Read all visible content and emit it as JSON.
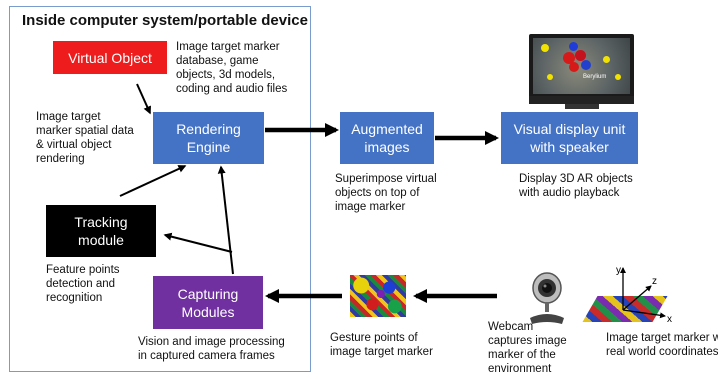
{
  "frame": {
    "title": "Inside computer system/portable device"
  },
  "boxes": {
    "virtual_object": "Virtual Object",
    "rendering_engine": [
      "Rendering",
      "Engine"
    ],
    "tracking_module": [
      "Tracking",
      "module"
    ],
    "capturing_modules": [
      "Capturing",
      "Modules"
    ],
    "augmented_images": [
      "Augmented",
      "images"
    ],
    "visual_display": [
      "Visual display unit",
      "with speaker"
    ]
  },
  "notes": {
    "virtual_object_desc": [
      "Image target marker",
      "database, game",
      "objects, 3d models,",
      "coding and audio files"
    ],
    "spatial_data": [
      "Image target",
      "marker spatial data",
      "& virtual object",
      "rendering"
    ],
    "feature_points": [
      "Feature points",
      "detection and",
      "recognition"
    ],
    "vision_processing": [
      "Vision and image processing",
      "in captured camera frames"
    ],
    "superimpose": [
      "Superimpose virtual",
      "objects on top of",
      "image marker"
    ],
    "display_3d": [
      "Display 3D AR objects",
      "with audio playback"
    ],
    "gesture_points": [
      "Gesture points of",
      "image target marker"
    ],
    "webcam": [
      "Webcam",
      "captures image",
      "marker of the",
      "environment"
    ],
    "marker_world": [
      "Image target marker wi",
      "real world coordinates"
    ]
  },
  "tv_label": "Berylium",
  "axes": {
    "x": "x",
    "y": "y",
    "z": "z"
  },
  "colors": {
    "virtual_object": "#ee1c1c",
    "blue_box": "#4472c4",
    "tracking": "#000000",
    "capturing": "#7030a0",
    "frame_border": "#7a9ccc"
  },
  "icons": [
    "tv-monitor-icon",
    "webcam-icon",
    "gesture-marker-image",
    "image-target-marker-image",
    "axes-icon"
  ]
}
